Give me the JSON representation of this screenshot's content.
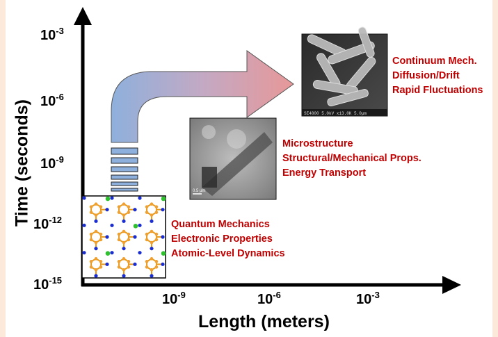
{
  "axes": {
    "y_title": "Time (seconds)",
    "x_title": "Length (meters)",
    "y_ticks": [
      {
        "base": "10",
        "exp": "-3"
      },
      {
        "base": "10",
        "exp": "-6"
      },
      {
        "base": "10",
        "exp": "-9"
      },
      {
        "base": "10",
        "exp": "-12"
      },
      {
        "base": "10",
        "exp": "-15"
      }
    ],
    "x_ticks": [
      {
        "base": "10",
        "exp": "-9"
      },
      {
        "base": "10",
        "exp": "-6"
      },
      {
        "base": "10",
        "exp": "-3"
      }
    ]
  },
  "scales": {
    "continuum": [
      "Continuum Mech.",
      "Diffusion/Drift",
      "Rapid Fluctuations"
    ],
    "micro": [
      "Microstructure",
      "Structural/Mechanical Props.",
      "Energy Transport"
    ],
    "quantum": [
      "Quantum Mechanics",
      "Electronic Properties",
      "Atomic-Level Dynamics"
    ]
  },
  "colors": {
    "label_red": "#c00000",
    "arrow_start": "#8eb0dc",
    "arrow_end": "#e79898",
    "background": "#fde9d9"
  },
  "images": {
    "sem_caption": "SE4800 5.0kV x13.0K 5.0µm",
    "tem_caption": "0.5 µm"
  }
}
